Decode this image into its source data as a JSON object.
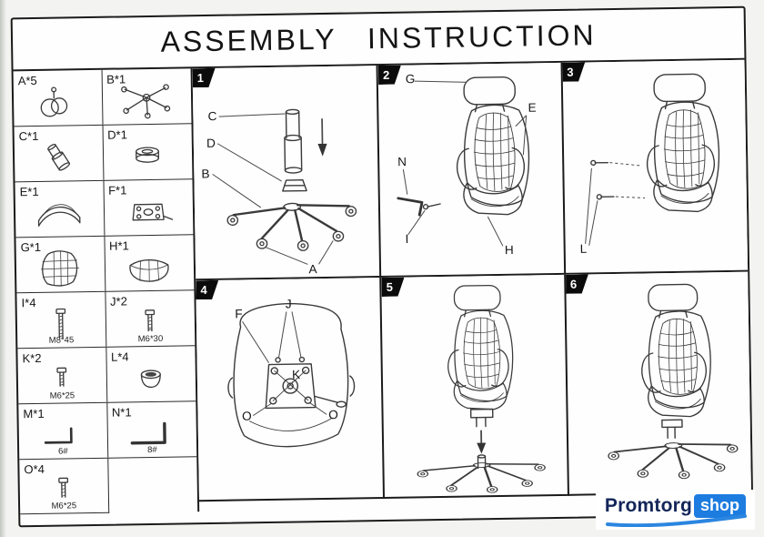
{
  "title": "ASSEMBLY  INSTRUCTION",
  "parts": [
    {
      "label": "A*5",
      "note": ""
    },
    {
      "label": "B*1",
      "note": ""
    },
    {
      "label": "C*1",
      "note": ""
    },
    {
      "label": "D*1",
      "note": ""
    },
    {
      "label": "E*1",
      "note": ""
    },
    {
      "label": "F*1",
      "note": ""
    },
    {
      "label": "G*1",
      "note": ""
    },
    {
      "label": "H*1",
      "note": ""
    },
    {
      "label": "I*4",
      "note": "M8*45"
    },
    {
      "label": "J*2",
      "note": "M6*30"
    },
    {
      "label": "K*2",
      "note": "M6*25"
    },
    {
      "label": "L*4",
      "note": ""
    },
    {
      "label": "M*1",
      "note": "6#"
    },
    {
      "label": "N*1",
      "note": "8#"
    },
    {
      "label": "O*4",
      "note": "M6*25"
    }
  ],
  "steps": [
    {
      "number": "1",
      "callouts": [
        "C",
        "D",
        "B",
        "A"
      ]
    },
    {
      "number": "2",
      "callouts": [
        "G",
        "E",
        "N",
        "I",
        "H"
      ]
    },
    {
      "number": "3",
      "callouts": [
        "L"
      ]
    },
    {
      "number": "4",
      "callouts": [
        "F",
        "J",
        "K",
        "O",
        "O"
      ]
    },
    {
      "number": "5",
      "callouts": []
    },
    {
      "number": "6",
      "callouts": []
    }
  ],
  "logo": {
    "brand": "Promtorg",
    "suffix": "shop"
  }
}
